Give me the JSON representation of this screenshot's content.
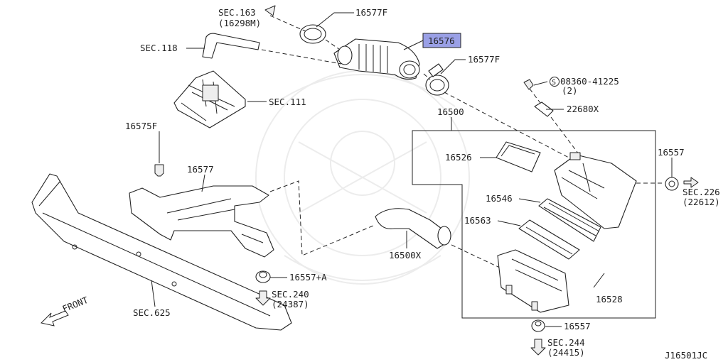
{
  "diagram": {
    "code": "J16501JC",
    "highlight_color": "#9aa0e6",
    "labels": {
      "sec163": "SEC.163",
      "sec163_sub": "(16298M)",
      "p16577f_top": "16577F",
      "p16576": "16576",
      "sec118": "SEC.118",
      "p16577f_mid": "16577F",
      "sec111": "SEC.111",
      "p08360": "08360-41225",
      "p08360_qty": "(2)",
      "p08360_symbol": "S",
      "p22680x": "22680X",
      "p16500": "16500",
      "p16575f": "16575F",
      "p16577": "16577",
      "p16526": "16526",
      "p16557_right": "16557",
      "sec226": "SEC.226",
      "sec226_sub": "(22612)",
      "p16546": "16546",
      "p16563": "16563",
      "p16500x": "16500X",
      "p16557a": "16557+A",
      "sec240": "SEC.240",
      "sec240_sub": "(24387)",
      "front": "FRONT",
      "sec625": "SEC.625",
      "p16528": "16528",
      "p16557_bottom": "16557",
      "sec244": "SEC.244",
      "sec244_sub": "(24415)"
    }
  }
}
